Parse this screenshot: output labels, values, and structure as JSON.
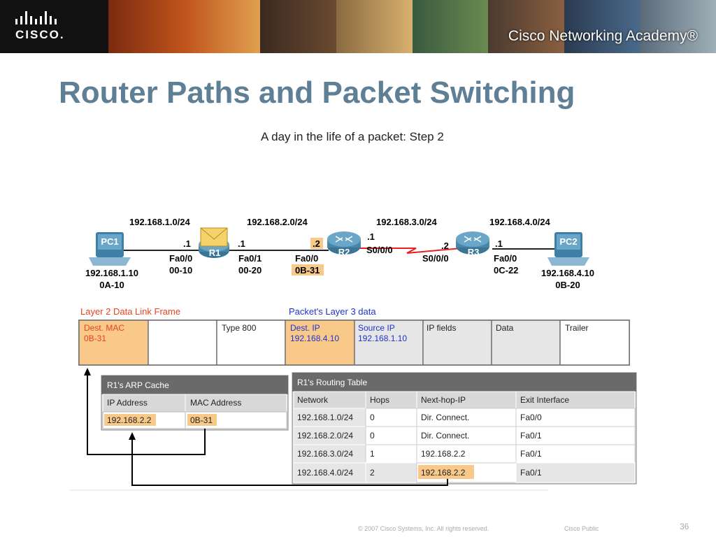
{
  "slide": {
    "title": "Router Paths and Packet Switching",
    "subtitle": "A day in the life of a packet: Step 2",
    "page_number": "36",
    "copyright": "© 2007 Cisco Systems, Inc. All rights reserved.",
    "classification": "Cisco Public"
  },
  "banner": {
    "logo_text": "CISCO.",
    "academy_text": "Cisco Networking Academy®"
  },
  "topology": {
    "networks": [
      "192.168.1.0/24",
      "192.168.2.0/24",
      "192.168.3.0/24",
      "192.168.4.0/24"
    ],
    "pc1": {
      "label": "PC1",
      "ip": "192.168.1.10",
      "mac": "0A-10"
    },
    "pc2": {
      "label": "PC2",
      "ip": "192.168.4.10",
      "mac": "0B-20"
    },
    "r1": {
      "label": "R1",
      "left_host": ".1",
      "right_host": ".1",
      "if1_name": "Fa0/0",
      "if1_mac": "00-10",
      "if2_name": "Fa0/1",
      "if2_mac": "00-20"
    },
    "r2": {
      "label": "R2",
      "left_host": ".2",
      "right_host": ".1",
      "if1_name": "Fa0/0",
      "if1_mac": "0B-31",
      "if2_name": "S0/0/0"
    },
    "r3": {
      "label": "R3",
      "left_host": ".2",
      "right_host": ".1",
      "if1_name": "S0/0/0",
      "if2_name": "Fa0/0",
      "if2_mac": "0C-22"
    }
  },
  "frame": {
    "l2_label": "Layer 2 Data Link Frame",
    "l3_label": "Packet's Layer 3 data",
    "dest_mac_label": "Dest. MAC",
    "dest_mac_value": "0B-31",
    "type_label": "Type 800",
    "dest_ip_label": "Dest. IP",
    "dest_ip_value": "192.168.4.10",
    "src_ip_label": "Source IP",
    "src_ip_value": "192.168.1.10",
    "ip_fields_label": "IP fields",
    "data_label": "Data",
    "trailer_label": "Trailer"
  },
  "arp_cache": {
    "title": "R1's ARP Cache",
    "headers": [
      "IP Address",
      "MAC Address"
    ],
    "rows": [
      [
        "192.168.2.2",
        "0B-31"
      ]
    ]
  },
  "routing_table": {
    "title": "R1's Routing Table",
    "headers": [
      "Network",
      "Hops",
      "Next-hop-IP",
      "Exit Interface"
    ],
    "rows": [
      [
        "192.168.1.0/24",
        "0",
        "Dir. Connect.",
        "Fa0/0"
      ],
      [
        "192.168.2.0/24",
        "0",
        "Dir. Connect.",
        "Fa0/1"
      ],
      [
        "192.168.3.0/24",
        "1",
        "192.168.2.2",
        "Fa0/1"
      ],
      [
        "192.168.4.0/24",
        "2",
        "192.168.2.2",
        "Fa0/1"
      ]
    ]
  },
  "colors": {
    "title": "#5f7f96",
    "highlight": "#f9c98a",
    "layer2_label": "#e8431e",
    "layer3_label": "#1f33cc",
    "serial_link": "#e82020",
    "router": "#4a86a8",
    "table_header": "#6a6a6a"
  }
}
